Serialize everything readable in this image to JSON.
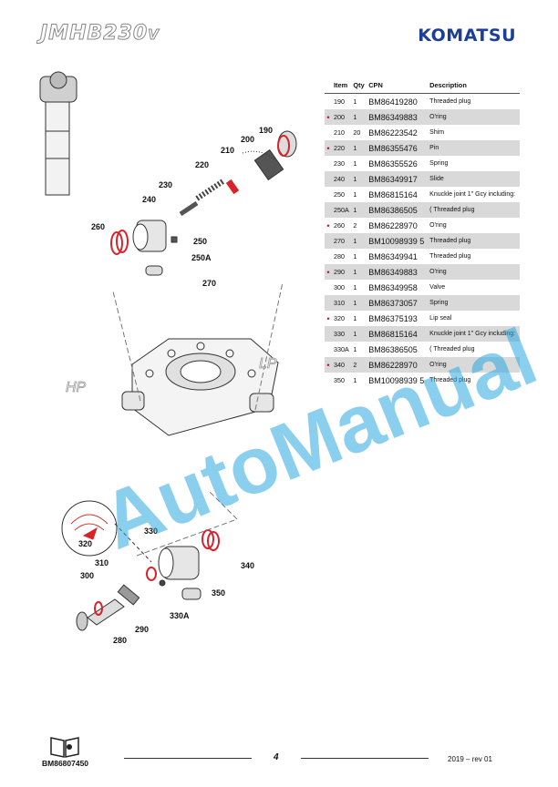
{
  "header": {
    "model_main": "JMHB",
    "model_num": "230",
    "model_suffix": "V",
    "brand": "KOMATSU"
  },
  "table": {
    "headers": {
      "item": "Item",
      "qty": "Qty",
      "cpn": "CPN",
      "description": "Description"
    },
    "rows": [
      {
        "mark": "",
        "item": "190",
        "qty": "1",
        "cpn": "BM86419280",
        "desc": "Threaded plug",
        "shade": false
      },
      {
        "mark": "•",
        "item": "200",
        "qty": "1",
        "cpn": "BM86349883",
        "desc": "O'ring",
        "shade": true
      },
      {
        "mark": "",
        "item": "210",
        "qty": "20",
        "cpn": "BM86223542",
        "desc": "Shim",
        "shade": false
      },
      {
        "mark": "•",
        "item": "220",
        "qty": "1",
        "cpn": "BM86355476",
        "desc": "Pin",
        "shade": true
      },
      {
        "mark": "",
        "item": "230",
        "qty": "1",
        "cpn": "BM86355526",
        "desc": "Spring",
        "shade": false
      },
      {
        "mark": "",
        "item": "240",
        "qty": "1",
        "cpn": "BM86349917",
        "desc": "Slide",
        "shade": true
      },
      {
        "mark": "",
        "item": "250",
        "qty": "1",
        "cpn": "BM86815164",
        "desc": "Knuckle joint 1\" Gcy including:",
        "shade": false
      },
      {
        "mark": "",
        "item": "250A",
        "qty": "1",
        "cpn": "BM86386505",
        "desc": "( Threaded plug",
        "shade": true
      },
      {
        "mark": "•",
        "item": "260",
        "qty": "2",
        "cpn": "BM86228970",
        "desc": "O'ring",
        "shade": false
      },
      {
        "mark": "",
        "item": "270",
        "qty": "1",
        "cpn": "BM10098939 5",
        "desc": "Threaded  plug",
        "shade": true
      },
      {
        "mark": "",
        "item": "280",
        "qty": "1",
        "cpn": "BM86349941",
        "desc": "Threaded plug",
        "shade": false
      },
      {
        "mark": "•",
        "item": "290",
        "qty": "1",
        "cpn": "BM86349883",
        "desc": "O'ring",
        "shade": true
      },
      {
        "mark": "",
        "item": "300",
        "qty": "1",
        "cpn": "BM86349958",
        "desc": "Valve",
        "shade": false
      },
      {
        "mark": "",
        "item": "310",
        "qty": "1",
        "cpn": "BM86373057",
        "desc": "Spring",
        "shade": true
      },
      {
        "mark": "•",
        "item": "320",
        "qty": "1",
        "cpn": "BM86375193",
        "desc": "Lip seal",
        "shade": false
      },
      {
        "mark": "",
        "item": "330",
        "qty": "1",
        "cpn": "BM86815164",
        "desc": "Knuckle joint 1\" Gcy including:",
        "shade": true
      },
      {
        "mark": "",
        "item": "330A",
        "qty": "1",
        "cpn": "BM86386505",
        "desc": "( Threaded plug",
        "shade": false
      },
      {
        "mark": "•",
        "item": "340",
        "qty": "2",
        "cpn": "BM86228970",
        "desc": "O'ring",
        "shade": true
      },
      {
        "mark": "",
        "item": "350",
        "qty": "1",
        "cpn": "BM10098939 5",
        "desc": "Threaded  plug",
        "shade": false
      }
    ]
  },
  "diagram": {
    "callouts": [
      "190",
      "200",
      "210",
      "220",
      "230",
      "240",
      "250",
      "250A",
      "260",
      "270",
      "320",
      "330",
      "310",
      "300",
      "340",
      "350",
      "330A",
      "290",
      "280"
    ],
    "side_labels": {
      "hp": "HP",
      "lp": "LP"
    }
  },
  "watermark": "AutoManual",
  "footer": {
    "doc_code": "BM86807450",
    "page": "4",
    "revision": "2019 – rev 01"
  },
  "colors": {
    "brand": "#1c3f95",
    "mark": "#c8102e",
    "seal": "#d8232a",
    "shade": "#d9d9d9",
    "watermark": "#29a8e0"
  }
}
